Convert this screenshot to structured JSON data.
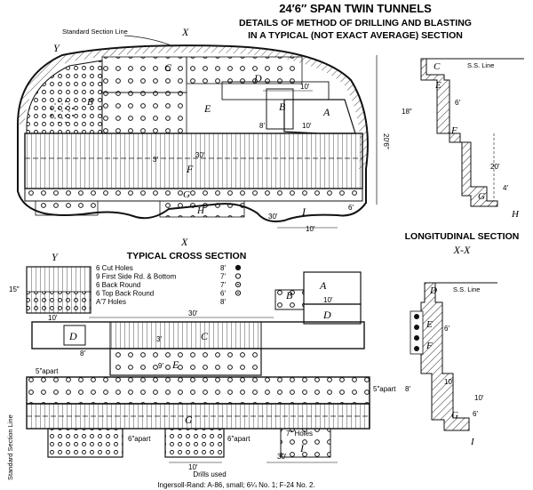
{
  "title": {
    "line1": "24′6″ SPAN TWIN TUNNELS",
    "line2": "DETAILS OF METHOD OF DRILLING AND BLASTING",
    "line3": "IN A TYPICAL (NOT EXACT AVERAGE) SECTION"
  },
  "upper_section": {
    "standard_section_line": "Standard Section Line",
    "section_marker": "X",
    "y_marker": "Y",
    "labels": {
      "A": "A",
      "B": "B",
      "C": "C",
      "D": "D",
      "E": "E",
      "F": "F",
      "G": "G",
      "H": "H",
      "I": "I",
      "X_bottom": "X"
    },
    "dims": {
      "height": "20′6″",
      "d1": "10′",
      "d2": "10′",
      "d3": "8′",
      "d4": "3′",
      "d5": "30′",
      "d6": "10′",
      "d7": "30′",
      "d8": "6′"
    },
    "caption": "TYPICAL CROSS SECTION"
  },
  "legend": {
    "items": [
      {
        "count": "6",
        "text": "Cut Holes",
        "depth": "8′",
        "symbol": "filled"
      },
      {
        "count": "9",
        "text": "First Side Rd. & Bottom",
        "depth": "7′",
        "symbol": "ring"
      },
      {
        "count": "6",
        "text": "Back Round",
        "depth": "7′",
        "symbol": "dot"
      },
      {
        "count": "6",
        "text": "Top Back Round",
        "depth": "6′",
        "symbol": "ring-dot"
      },
      {
        "count": "",
        "text": "A′7 Holes",
        "depth": "8′",
        "symbol": "none"
      }
    ]
  },
  "longitudinal_upper": {
    "labels": {
      "C": "C",
      "E": "E",
      "F": "F",
      "G": "G",
      "H": "H"
    },
    "ss_line": "S.S. Line",
    "dims": {
      "d18": "18″",
      "d6": "6′",
      "d20": "20′",
      "d4": "4′"
    },
    "caption_line1": "LONGITUDINAL SECTION",
    "caption_line2": "X-X"
  },
  "lower_section": {
    "labels": {
      "A": "A",
      "B": "B",
      "C": "C",
      "D_left": "D",
      "D_right": "D",
      "E": "E",
      "G": "G",
      "I": "I",
      "Y": "Y"
    },
    "dims": {
      "d30": "30′",
      "d10a": "10′",
      "d10b": "10′",
      "d5apart_left": "5″apart",
      "d5apart_right": "5″apart",
      "d6apart_left": "6″apart",
      "d6apart_right": "6″apart",
      "d10_bottom": "10′",
      "d30_bottom": "30′",
      "holes_7": "7″ Holes",
      "d8": "8′",
      "d9": "9′",
      "d15": "15″",
      "d3": "3′"
    },
    "side_label": "Standard Section Line",
    "drills_used": "Drills used",
    "drills_detail": "Ingersoll-Rand: A-86, small; 6¼ No. 1; F-24 No. 2."
  },
  "longitudinal_lower": {
    "labels": {
      "D": "D",
      "E": "E",
      "F": "F",
      "G": "G",
      "I": "I"
    },
    "ss_line": "S.S. Line",
    "dims": {
      "d1": "10′",
      "d2": "6′",
      "d3": "8′",
      "d4": "10′",
      "d5": "6′"
    }
  }
}
